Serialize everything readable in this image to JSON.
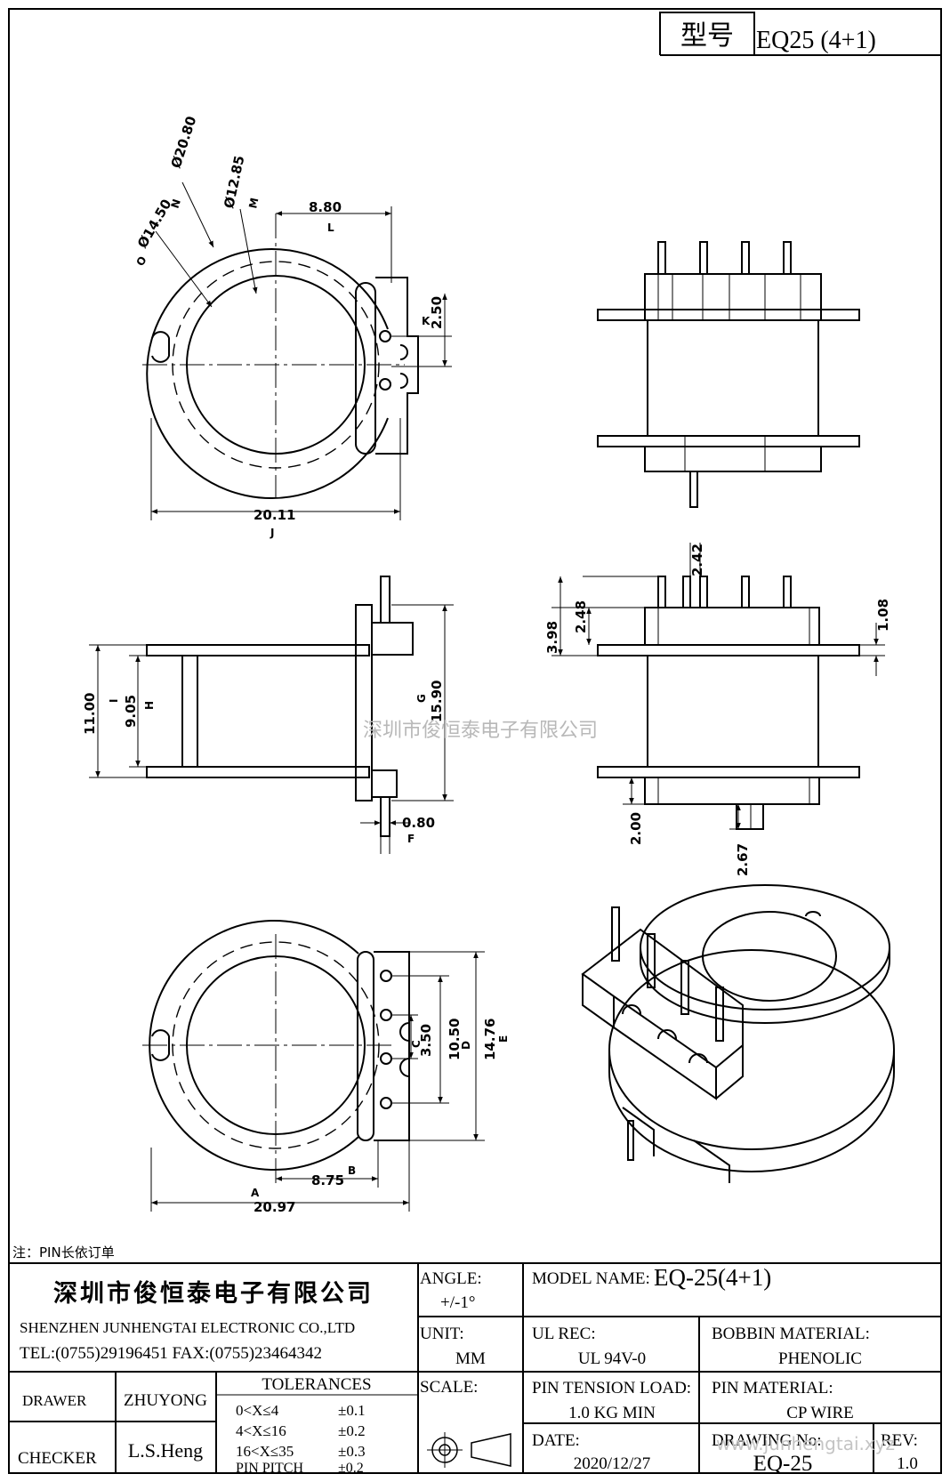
{
  "header": {
    "type_label": "型号",
    "model": "EQ25 (4+1)"
  },
  "watermark_center": "深圳市俊恒泰电子有限公司",
  "watermark_bottom": "www.junhengtai.xyz",
  "note": "注：PIN长依订单",
  "dims": {
    "top": {
      "phi20": "Ø20.80",
      "phi20_ref": "N",
      "phi12": "Ø12.85",
      "phi12_ref": "M",
      "phi14": "Ø14.50",
      "phi14_ref": "O",
      "d880": "8.80",
      "d880_ref": "L",
      "d250": "2.50",
      "d250_ref": "K",
      "d2011": "20.11",
      "d2011_ref": "J"
    },
    "side": {
      "d1100": "11.00",
      "d1100_ref": "I",
      "d905": "9.05",
      "d905_ref": "H",
      "d1590": "15.90",
      "d1590_ref": "G",
      "d080": "0.80",
      "d080_ref": "F"
    },
    "front": {
      "d242": "2.42",
      "d248": "2.48",
      "d398": "3.98",
      "d108": "1.08",
      "d200": "2.00",
      "d267": "2.67"
    },
    "bottom": {
      "d350": "3.50",
      "d350_ref": "C",
      "d1050": "10.50",
      "d1050_ref": "D",
      "d1476": "14.76",
      "d1476_ref": "E",
      "d875": "8.75",
      "d875_ref": "B",
      "d2097": "20.97",
      "d2097_ref": "A"
    }
  },
  "title_block": {
    "company_cn": "深圳市俊恒泰电子有限公司",
    "company_en": "SHENZHEN JUNHENGTAI ELECTRONIC CO.,LTD",
    "tel_fax": "TEL:(0755)29196451 FAX:(0755)23464342",
    "drawer_label": "DRAWER",
    "drawer_name": "ZHUYONG",
    "checker_label": "CHECKER",
    "checker_name": "L.S.Heng",
    "tolerances_label": "TOLERANCES",
    "tolerances": [
      {
        "range": "0<X≤4",
        "value": "±0.1"
      },
      {
        "range": "4<X≤16",
        "value": "±0.2"
      },
      {
        "range": "16<X≤35",
        "value": "±0.3"
      },
      {
        "range": "PIN PITCH",
        "value": "±0.2"
      }
    ],
    "angle_label": "ANGLE:",
    "angle_value": "+/-1°",
    "unit_label": "UNIT:",
    "unit_value": "MM",
    "scale_label": "SCALE:",
    "model_name_label": "MODEL NAME:",
    "model_name_value": "EQ-25(4+1)",
    "ul_rec_label": "UL REC:",
    "ul_rec_value": "UL 94V-0",
    "bobbin_material_label": "BOBBIN MATERIAL:",
    "bobbin_material_value": "PHENOLIC",
    "pin_tension_label": "PIN TENSION LOAD:",
    "pin_tension_value": "1.0 KG MIN",
    "pin_material_label": "PIN MATERIAL:",
    "pin_material_value": "CP WIRE",
    "date_label": "DATE:",
    "date_value": "2020/12/27",
    "drawing_no_label": "DRAWING No:",
    "drawing_no_value": "EQ-25",
    "rev_label": "REV:",
    "rev_value": "1.0"
  }
}
